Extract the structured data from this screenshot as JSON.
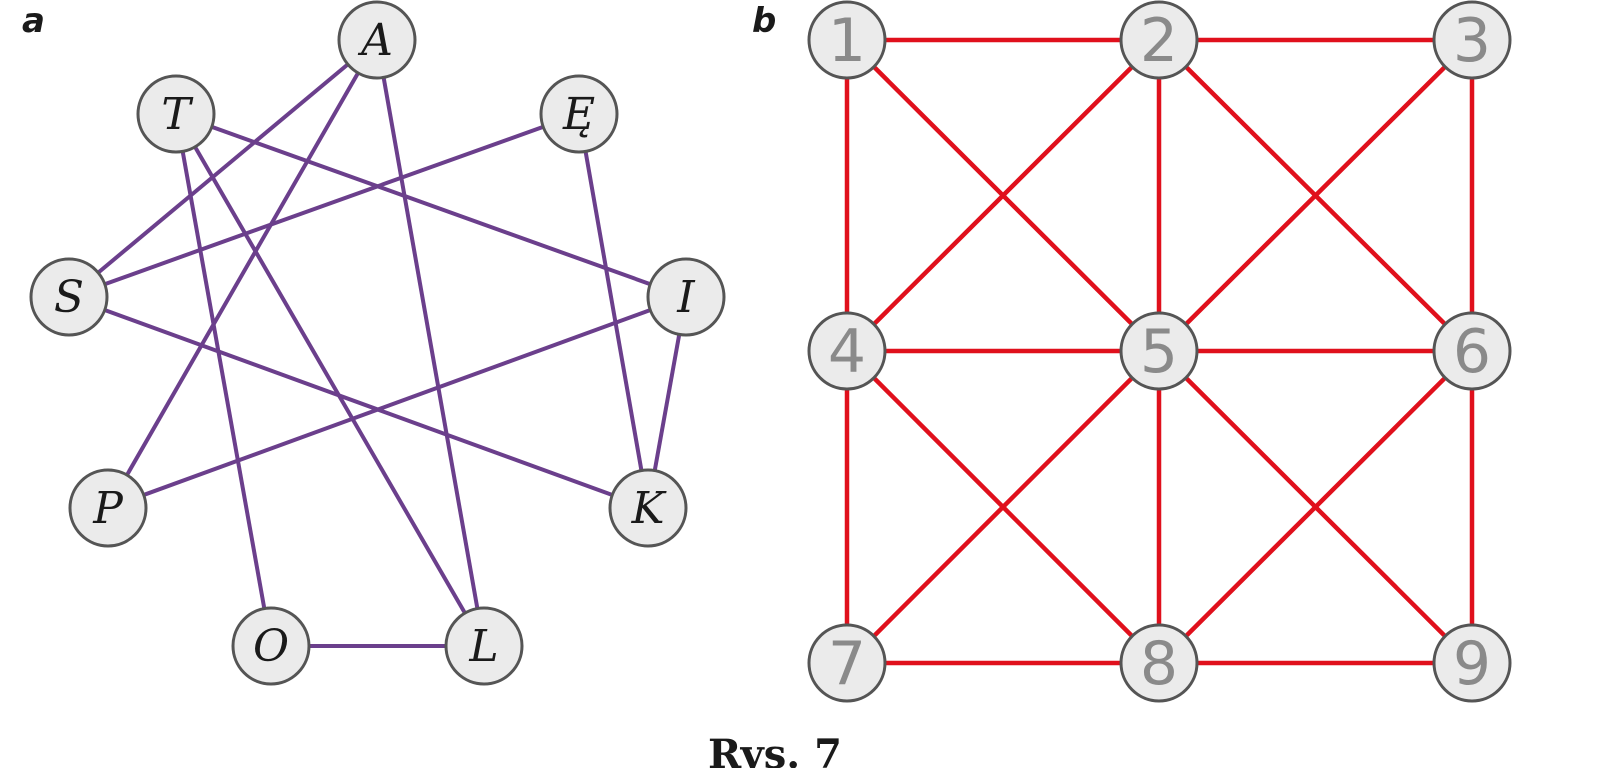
{
  "figure": {
    "caption": "Rys. 7",
    "colors": {
      "edge_a": "#6b3f8c",
      "edge_b": "#e0101c",
      "node_fill": "#ebebeb",
      "node_stroke": "#555555"
    },
    "panels": [
      {
        "id": "a",
        "label": "a",
        "nodes": [
          {
            "id": "A",
            "label": "A"
          },
          {
            "id": "T",
            "label": "T"
          },
          {
            "id": "E",
            "label": "Ę"
          },
          {
            "id": "S",
            "label": "S"
          },
          {
            "id": "I",
            "label": "I"
          },
          {
            "id": "P",
            "label": "P"
          },
          {
            "id": "K",
            "label": "K"
          },
          {
            "id": "O",
            "label": "O"
          },
          {
            "id": "L",
            "label": "L"
          }
        ],
        "edges": [
          [
            "A",
            "S"
          ],
          [
            "A",
            "P"
          ],
          [
            "A",
            "L"
          ],
          [
            "T",
            "I"
          ],
          [
            "T",
            "O"
          ],
          [
            "T",
            "L"
          ],
          [
            "E",
            "S"
          ],
          [
            "E",
            "K"
          ],
          [
            "S",
            "K"
          ],
          [
            "I",
            "P"
          ],
          [
            "I",
            "K"
          ],
          [
            "O",
            "L"
          ]
        ]
      },
      {
        "id": "b",
        "label": "b",
        "nodes": [
          {
            "id": "1",
            "label": "1"
          },
          {
            "id": "2",
            "label": "2"
          },
          {
            "id": "3",
            "label": "3"
          },
          {
            "id": "4",
            "label": "4"
          },
          {
            "id": "5",
            "label": "5"
          },
          {
            "id": "6",
            "label": "6"
          },
          {
            "id": "7",
            "label": "7"
          },
          {
            "id": "8",
            "label": "8"
          },
          {
            "id": "9",
            "label": "9"
          }
        ],
        "edges": [
          [
            "1",
            "2"
          ],
          [
            "2",
            "3"
          ],
          [
            "4",
            "5"
          ],
          [
            "5",
            "6"
          ],
          [
            "7",
            "8"
          ],
          [
            "8",
            "9"
          ],
          [
            "1",
            "4"
          ],
          [
            "4",
            "7"
          ],
          [
            "2",
            "5"
          ],
          [
            "5",
            "8"
          ],
          [
            "3",
            "6"
          ],
          [
            "6",
            "9"
          ],
          [
            "1",
            "5"
          ],
          [
            "2",
            "4"
          ],
          [
            "2",
            "6"
          ],
          [
            "3",
            "5"
          ],
          [
            "4",
            "8"
          ],
          [
            "5",
            "7"
          ],
          [
            "5",
            "9"
          ],
          [
            "6",
            "8"
          ]
        ]
      }
    ]
  }
}
